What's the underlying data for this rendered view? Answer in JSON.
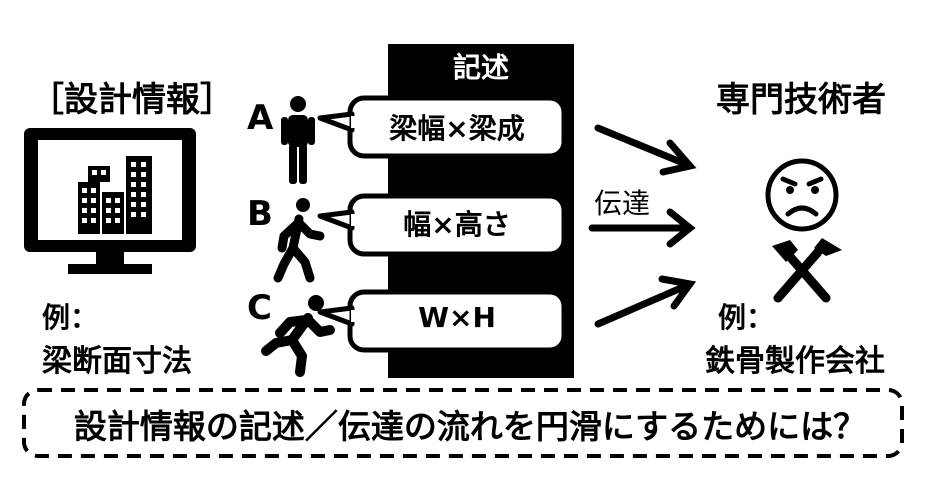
{
  "left_panel": {
    "section_label": "［設計情報］",
    "example_label": "例：",
    "example_value": "梁断面寸法",
    "icon": "monitor-with-building-icon"
  },
  "center": {
    "column_header": "記述",
    "rows": [
      {
        "letter": "A",
        "bubble_text": "梁幅×梁成",
        "figure": "standing-person-icon"
      },
      {
        "letter": "B",
        "bubble_text": "幅×高さ",
        "figure": "walking-person-icon"
      },
      {
        "letter": "C",
        "bubble_text": "W×H",
        "figure": "running-person-icon"
      }
    ],
    "transmit_label": "伝達"
  },
  "right_panel": {
    "section_label": "専門技術者",
    "example_label": "例：",
    "example_value": "鉄骨製作会社",
    "icons": [
      "worried-face-icon",
      "crossed-hammers-icon"
    ]
  },
  "footer": {
    "question": "設計情報の記述／伝達の流れを円滑にするためには？"
  }
}
